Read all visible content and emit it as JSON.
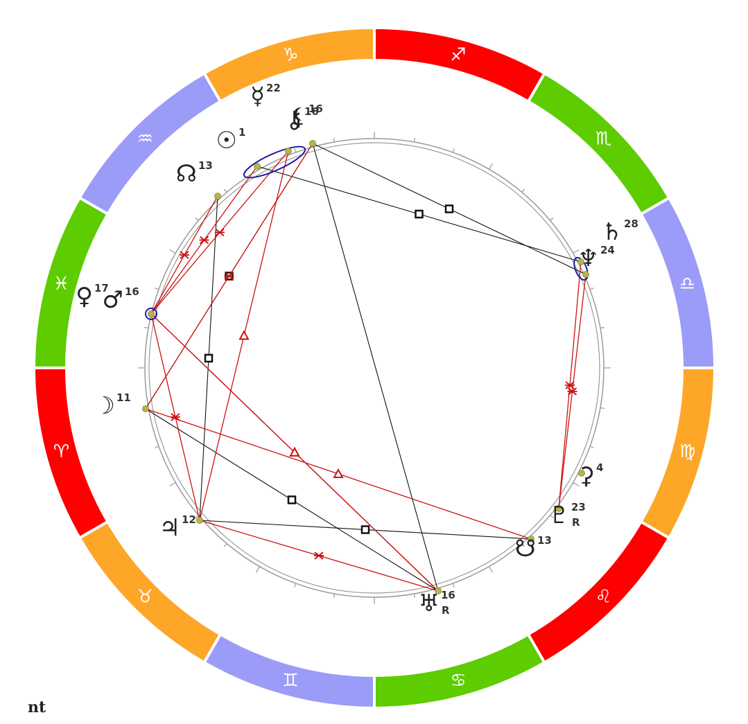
{
  "footer": {
    "label": "nt"
  },
  "colors": {
    "fire": "#ff0000",
    "earth": "#fea628",
    "air": "#9b9bf8",
    "water": "#5dcc00",
    "red_aspect": "#cc1111",
    "black_aspect": "#111111",
    "orb_ellipse": "#1a1aa8",
    "planet_dot": "#b5b54a"
  },
  "zodiac": [
    {
      "name": "Aries",
      "glyph": "♈",
      "element": "fire"
    },
    {
      "name": "Taurus",
      "glyph": "♉",
      "element": "earth"
    },
    {
      "name": "Gemini",
      "glyph": "♊",
      "element": "air"
    },
    {
      "name": "Cancer",
      "glyph": "♋",
      "element": "water"
    },
    {
      "name": "Leo",
      "glyph": "♌",
      "element": "fire"
    },
    {
      "name": "Virgo",
      "glyph": "♍",
      "element": "earth"
    },
    {
      "name": "Libra",
      "glyph": "♎",
      "element": "air"
    },
    {
      "name": "Scorpio",
      "glyph": "♏",
      "element": "water"
    },
    {
      "name": "Sagittarius",
      "glyph": "♐",
      "element": "fire"
    },
    {
      "name": "Capricorn",
      "glyph": "♑",
      "element": "earth"
    },
    {
      "name": "Aquarius",
      "glyph": "♒",
      "element": "air"
    },
    {
      "name": "Pisces",
      "glyph": "♓",
      "element": "water"
    }
  ],
  "planets": [
    {
      "id": "sun",
      "glyph": "☉",
      "degree": "1",
      "retrograde": ""
    },
    {
      "id": "moon",
      "glyph": "☽",
      "degree": "11",
      "retrograde": ""
    },
    {
      "id": "mercury",
      "glyph": "☿",
      "degree": "22",
      "retrograde": ""
    },
    {
      "id": "venus",
      "glyph": "♀",
      "degree": "17",
      "retrograde": ""
    },
    {
      "id": "mars",
      "glyph": "♂",
      "degree": "16",
      "retrograde": ""
    },
    {
      "id": "jupiter",
      "glyph": "♃",
      "degree": "12",
      "retrograde": ""
    },
    {
      "id": "saturn",
      "glyph": "♄",
      "degree": "28",
      "retrograde": ""
    },
    {
      "id": "uranus",
      "glyph": "♅",
      "degree": "16",
      "retrograde": "R"
    },
    {
      "id": "neptune",
      "glyph": "♆",
      "degree": "24",
      "retrograde": ""
    },
    {
      "id": "pluto",
      "glyph": "♇",
      "degree": "23",
      "retrograde": "R"
    },
    {
      "id": "chiron",
      "glyph": "⚷",
      "degree": "16",
      "retrograde": ""
    },
    {
      "id": "north-node",
      "glyph": "☊",
      "degree": "13",
      "retrograde": ""
    },
    {
      "id": "south-node",
      "glyph": "☋",
      "degree": "13",
      "retrograde": ""
    },
    {
      "id": "ceres",
      "glyph": "⚳",
      "degree": "4",
      "retrograde": ""
    },
    {
      "id": "lilith",
      "glyph": "⚸",
      "degree": "16",
      "retrograde": ""
    }
  ],
  "aspects": [
    {
      "from": "sun",
      "to": "neptune",
      "type": "square",
      "color": "black"
    },
    {
      "from": "chiron",
      "to": "saturn",
      "type": "square",
      "color": "black"
    },
    {
      "from": "chiron",
      "to": "uranus",
      "type": "none",
      "color": "black"
    },
    {
      "from": "chiron",
      "to": "moon",
      "type": "square",
      "color": "black"
    },
    {
      "from": "north-node",
      "to": "jupiter",
      "type": "square",
      "color": "black"
    },
    {
      "from": "jupiter",
      "to": "south-node",
      "type": "square",
      "color": "black"
    },
    {
      "from": "moon",
      "to": "uranus",
      "type": "square",
      "color": "black"
    },
    {
      "from": "sun",
      "to": "mars",
      "type": "sextile",
      "color": "red"
    },
    {
      "from": "mercury",
      "to": "mars",
      "type": "sextile",
      "color": "red"
    },
    {
      "from": "north-node",
      "to": "mars",
      "type": "sextile",
      "color": "red"
    },
    {
      "from": "mercury",
      "to": "jupiter",
      "type": "trine",
      "color": "red"
    },
    {
      "from": "mars",
      "to": "uranus",
      "type": "trine",
      "color": "red"
    },
    {
      "from": "venus",
      "to": "uranus",
      "type": "trine",
      "color": "red"
    },
    {
      "from": "moon",
      "to": "south-node",
      "type": "trine",
      "color": "red"
    },
    {
      "from": "mars",
      "to": "jupiter",
      "type": "sextile",
      "color": "red"
    },
    {
      "from": "chiron",
      "to": "moon",
      "type": "sextile",
      "color": "red"
    },
    {
      "from": "jupiter",
      "to": "uranus",
      "type": "sextile",
      "color": "red"
    },
    {
      "from": "neptune",
      "to": "pluto",
      "type": "sextile",
      "color": "red"
    },
    {
      "from": "saturn",
      "to": "pluto",
      "type": "sextile",
      "color": "red"
    }
  ]
}
